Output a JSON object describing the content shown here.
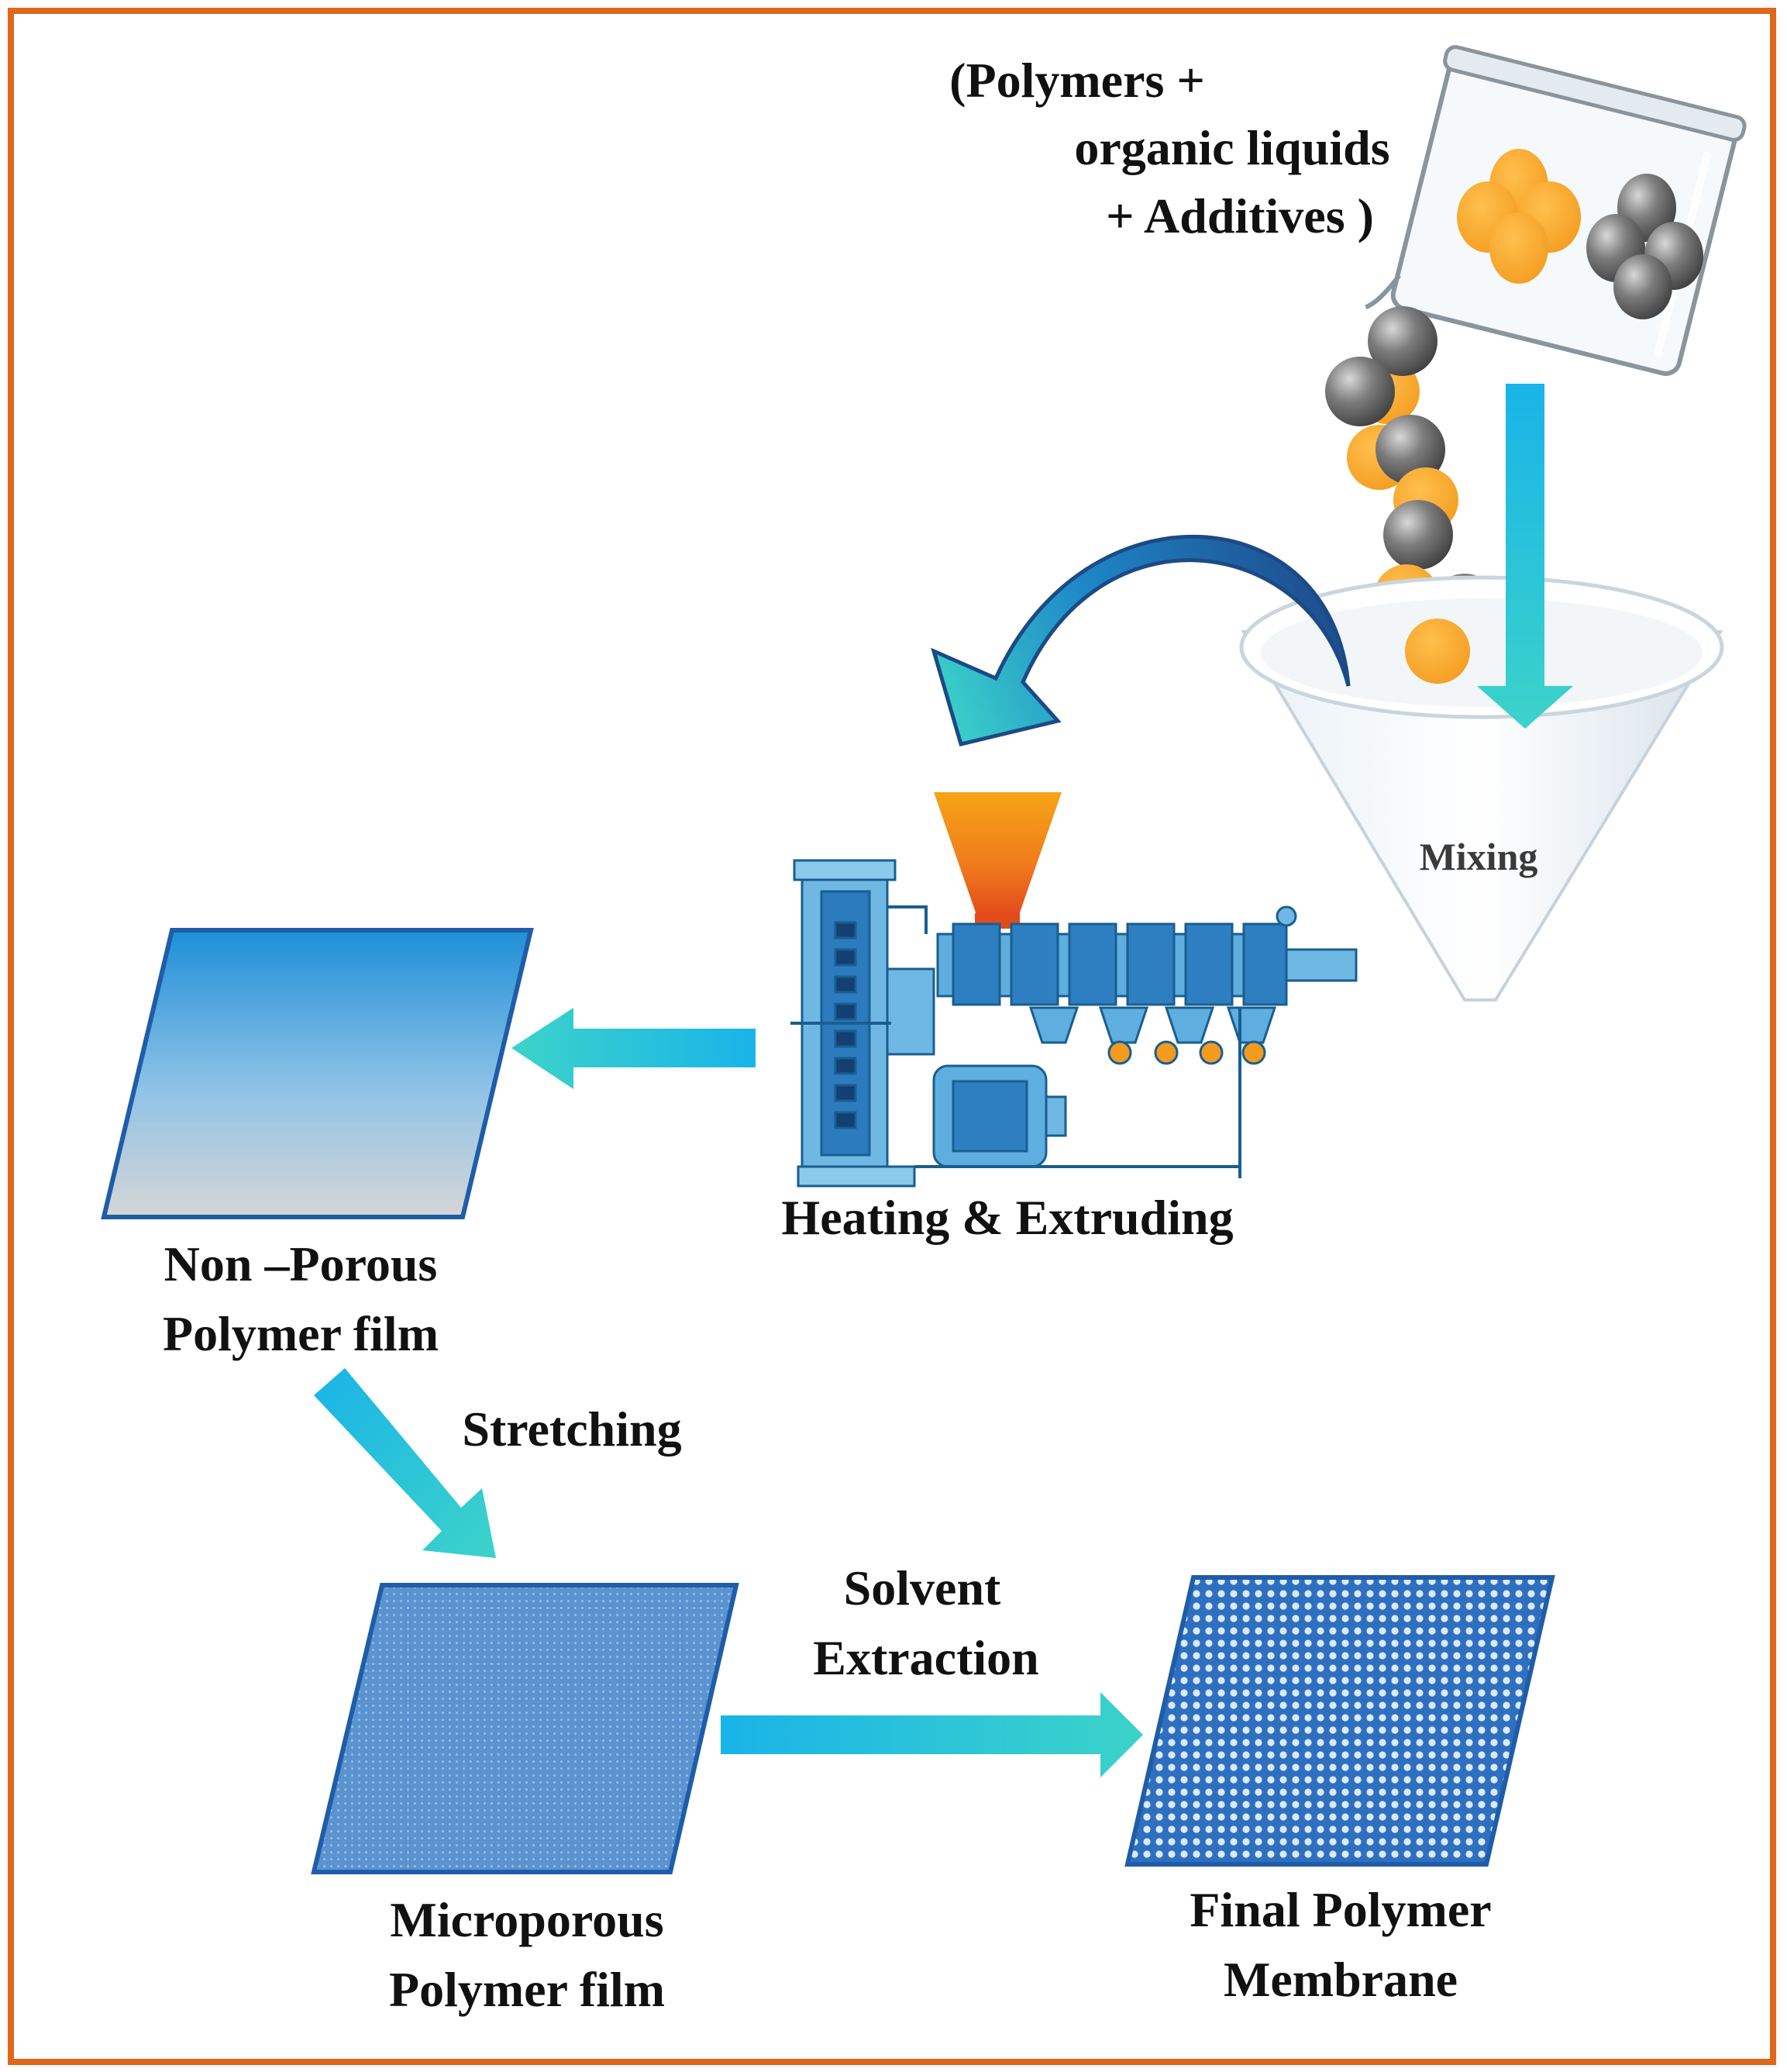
{
  "labels": {
    "ingredients": [
      "(Polymers +",
      "organic liquids",
      "+ Additives )"
    ],
    "mixing": "Mixing",
    "heating": "Heating & Extruding",
    "nonporous": [
      "Non –Porous",
      "Polymer film"
    ],
    "stretching": "Stretching",
    "microporous": [
      "Microporous",
      "Polymer film"
    ],
    "solvent": [
      "Solvent",
      "Extraction"
    ],
    "final": [
      "Final Polymer",
      "Membrane"
    ]
  },
  "colors": {
    "frame": "#E0661B",
    "arrow_start": "#19B4E8",
    "arrow_end": "#3CD3C9",
    "film_border": "#1F5DA8",
    "sphere_orange": "#F7A531",
    "sphere_gray": "#6C6C6C",
    "machine_blue": "#3F9BD6",
    "hopper_top": "#F6A516",
    "hopper_bottom": "#E24B1B"
  },
  "icons": [
    "beaker-icon",
    "funnel-icon",
    "extruder-machine-icon",
    "hopper-icon"
  ]
}
